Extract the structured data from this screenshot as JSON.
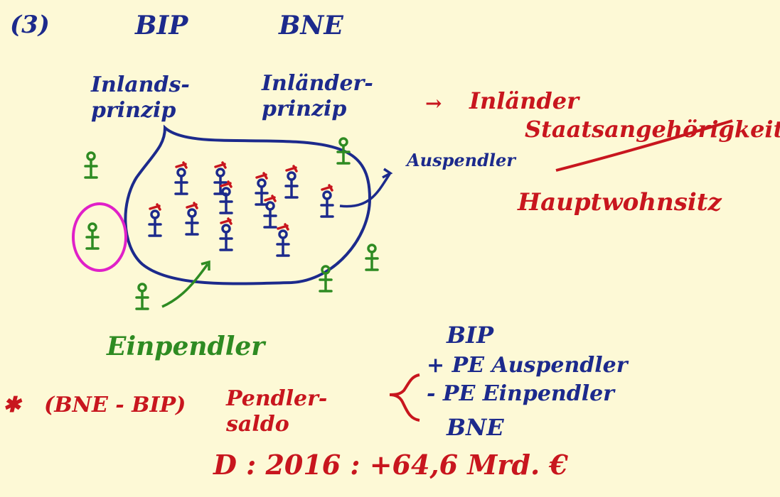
{
  "colors": {
    "background": "#fdf9d6",
    "blue_ink": "#1c2a8c",
    "red_ink": "#c8161e",
    "green_ink": "#2e8b22",
    "magenta_ink": "#e020c8"
  },
  "notes": {
    "section_marker": "(3)",
    "bip": "BIP",
    "bne": "BNE",
    "inlands_prinzip": "Inlands-\nprinzip",
    "inlaender_prinzip": "Inländer-\nprinzip",
    "arrow": "→",
    "inlaender": "Inländer",
    "staatsangehoerigkeit": "Staatsangehörigkeit",
    "hauptwohnsitz": "Hauptwohnsitz",
    "auspendler": "Auspendler",
    "einpendler": "Einpendler",
    "asterisk": "✱",
    "bne_minus_bip": "(BNE - BIP)",
    "pendlersaldo": "Pendler-\nsaldo",
    "calc_bip": "BIP",
    "calc_plus": "+ PE Auspendler",
    "calc_minus": "- PE Einpendler",
    "calc_bne": "BNE",
    "d_2016": "D : 2016 : +64,6 Mrd. €"
  }
}
